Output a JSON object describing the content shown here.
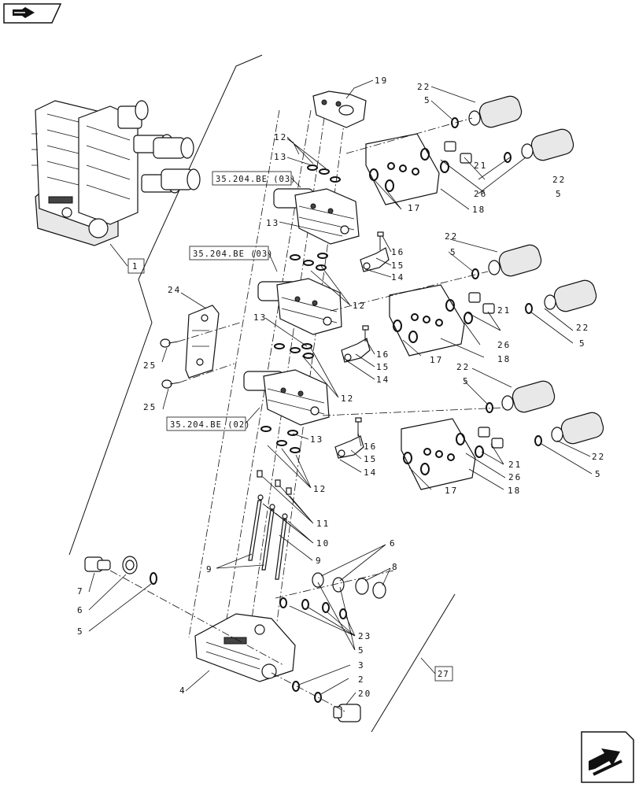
{
  "refs": {
    "r1": "1",
    "r27": "27",
    "ref_a": "35.204.BE (03)",
    "ref_b": "35.204.BE (03)",
    "ref_c": "35.204.BE (02)"
  },
  "callouts": {
    "c19": "19",
    "c22a": "22",
    "c5a": "5",
    "c12a": "12",
    "c13a": "13",
    "c21a": "21",
    "c26a": "26",
    "c18a": "18",
    "c17a": "17",
    "c22b": "22",
    "c5b": "5",
    "c16a": "16",
    "c15a": "15",
    "c14a": "14",
    "c13b": "13",
    "c22c": "22",
    "c5c": "5",
    "c12b": "12",
    "c21b": "21",
    "c22d": "22",
    "c5d": "5",
    "c26b": "26",
    "c18b": "18",
    "c17b": "17",
    "c24": "24",
    "c25a": "25",
    "c25b": "25",
    "c13c": "13",
    "c16b": "16",
    "c15b": "15",
    "c14b": "14",
    "c22e": "22",
    "c5e": "5",
    "c12c": "12",
    "c13d": "13",
    "c16c": "16",
    "c15c": "15",
    "c14c": "14",
    "c21c": "21",
    "c22f": "22",
    "c26c": "26",
    "c5f": "5",
    "c17c": "17",
    "c18c": "18",
    "c12d": "12",
    "c11": "11",
    "c10": "10",
    "c9a": "9",
    "c9b": "9",
    "c6a": "6",
    "c8": "8",
    "c7": "7",
    "c6b": "6",
    "c5g": "5",
    "c23": "23",
    "c5h": "5",
    "c3": "3",
    "c2": "2",
    "c20": "20",
    "c4": "4"
  },
  "icons": {
    "top_left": "book-arrow-icon",
    "bottom_right": "next-page-arrow-icon"
  }
}
